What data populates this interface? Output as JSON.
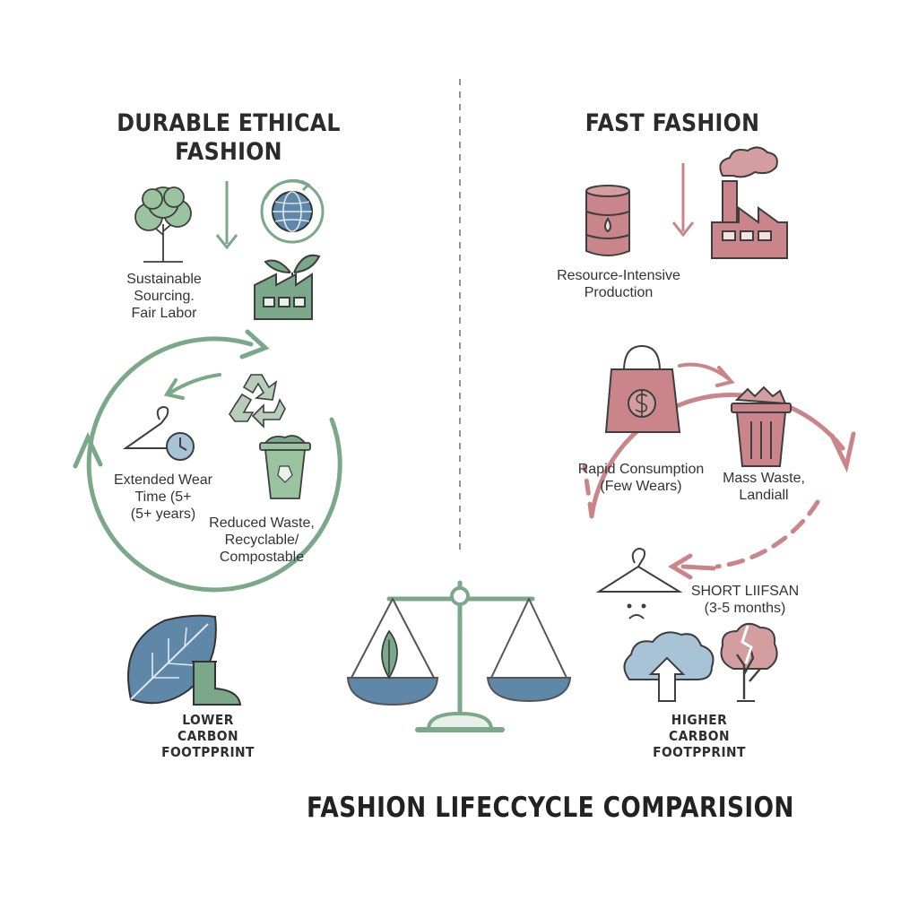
{
  "left": {
    "heading": [
      "DURABLE ETHICAL",
      "FASHION"
    ],
    "sourcing": [
      "Sustainable",
      "Sourcing.",
      "Fair Labor"
    ],
    "wear": [
      "Extended Wear",
      "Time (5+",
      "(5+ years)"
    ],
    "waste": [
      "Reduced Waste,",
      "Recyclable/",
      "Compostable"
    ],
    "carbon": [
      "LOWER",
      "CARBON",
      "FOOTPPRINT"
    ]
  },
  "right": {
    "heading": [
      "FAST FASHION"
    ],
    "production": [
      "Resource-Intensive",
      "Production"
    ],
    "consumption": [
      "Rapid Consumption",
      "(Few Wears)"
    ],
    "waste": [
      "Mass Waste,",
      "Landiall"
    ],
    "lifespan": [
      "SHORT LIIFSAN",
      "(3-5 months)"
    ],
    "carbon": [
      "HIGHER",
      "CARBON",
      "FOOTPPRINT"
    ]
  },
  "title": [
    "FASHION LIFECCYCLE",
    "COMPARISION"
  ],
  "colors": {
    "green": "#7aa888",
    "green_light": "#a8c9ac",
    "red": "#c9858a",
    "red_fill": "#d49ea0",
    "blue": "#5f87a8",
    "blue_light": "#a9c3d6",
    "dark": "#333333"
  }
}
